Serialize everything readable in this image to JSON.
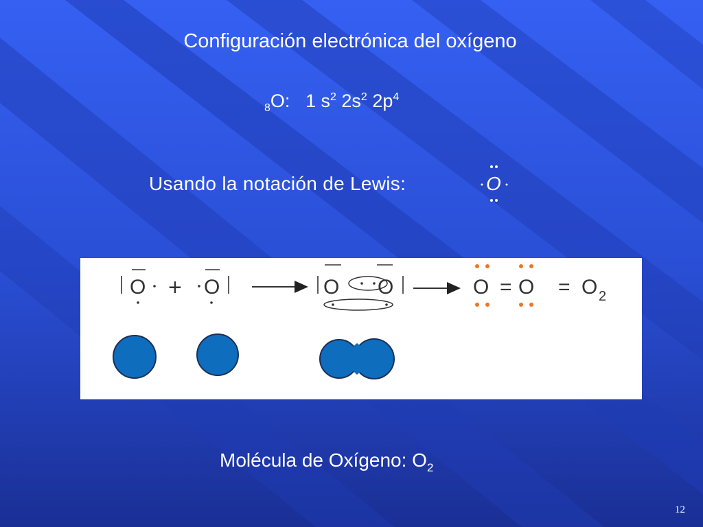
{
  "slide": {
    "title": "Configuración electrónica del oxígeno",
    "config": {
      "atomic_number": "8",
      "symbol": "O:",
      "term1_base": "1 s",
      "term1_exp": "2",
      "term2_base": "2s",
      "term2_exp": "2",
      "term3_base": "2p",
      "term3_exp": "4"
    },
    "lewis": {
      "label": "Usando la notación de Lewis:",
      "symbol": "O"
    },
    "diagram": {
      "plus_sign": "+",
      "equals_sign_1": "=",
      "equals_sign_2": "=",
      "atom_symbol": "O",
      "formula_base": "O",
      "formula_sub": "2",
      "atom_color": "#0e6dbd",
      "lone_pair_color": "#e8782a"
    },
    "caption": {
      "text": "Molécula de Oxígeno: O",
      "sub": "2"
    },
    "page_number": "12"
  }
}
